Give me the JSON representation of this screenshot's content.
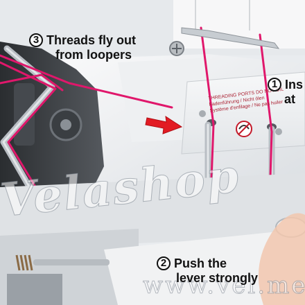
{
  "callouts": {
    "step3": {
      "number": "3",
      "line1": "Threads fly out",
      "line2": "from loopers"
    },
    "step1": {
      "number": "1",
      "line1": "Ins",
      "line2": "at"
    },
    "step2": {
      "number": "2",
      "line1": "Push the",
      "line2": "lever strongly"
    }
  },
  "decal": {
    "line1": "THREADING PORTS DO NOT OIL",
    "line2": "Fadenführung / Nicht ölen",
    "line3": "Système d'enfilage / Ne pas huiler"
  },
  "watermark": {
    "main": "Velashop",
    "url": "www.vel.me"
  },
  "colors": {
    "thread": "#e0176b",
    "arrow": "#e21b23",
    "machine": "#f2f3f4",
    "tube": "#c4c9ce"
  }
}
